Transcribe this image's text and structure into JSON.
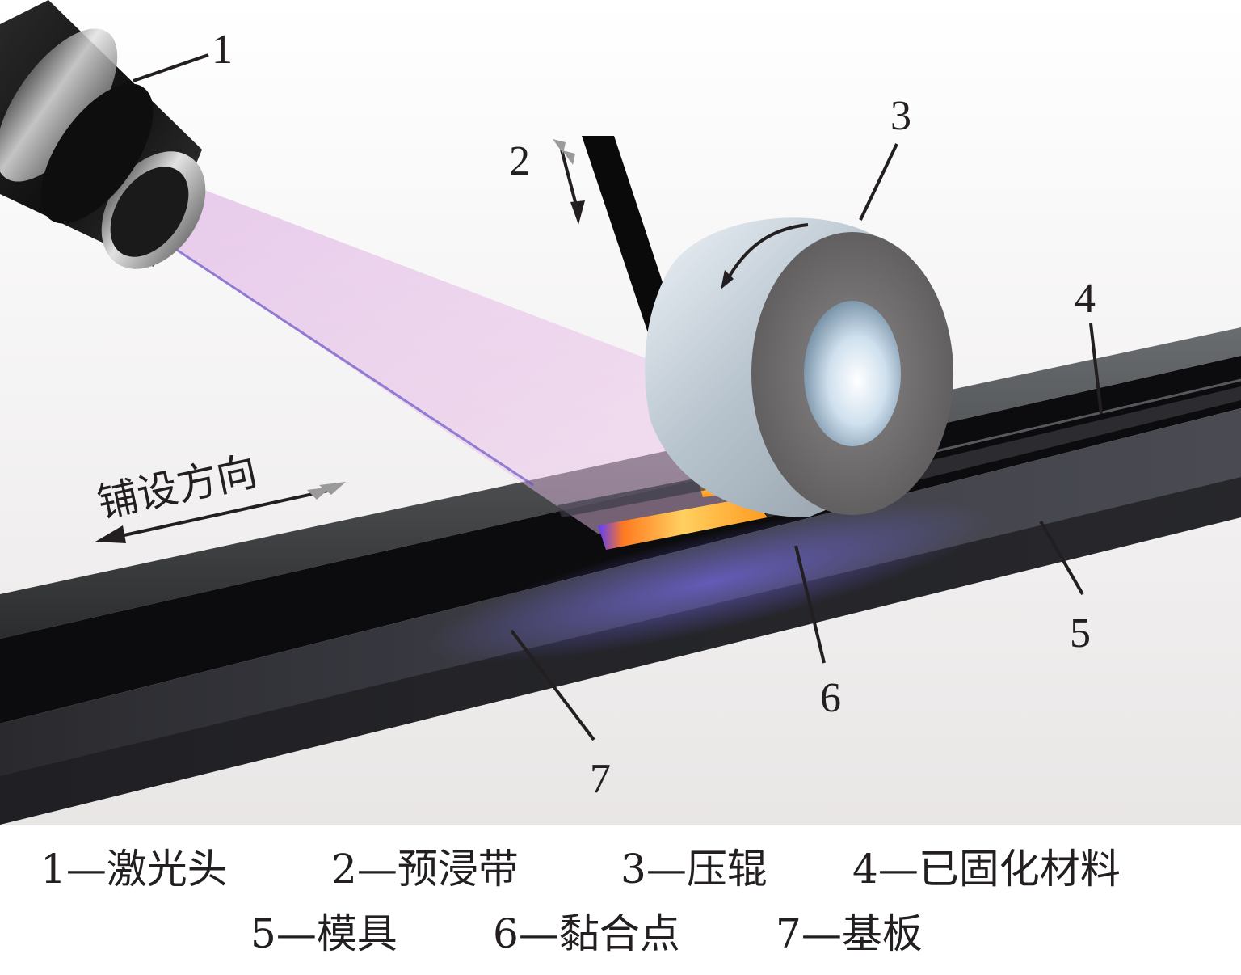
{
  "callouts": {
    "c1": "1",
    "c2": "2",
    "c3": "3",
    "c4": "4",
    "c5": "5",
    "c6": "6",
    "c7": "7"
  },
  "laying_direction": "铺设方向",
  "legend": {
    "row1": [
      {
        "num": "1",
        "text": "—激光头"
      },
      {
        "num": "2",
        "text": "—预浸带"
      },
      {
        "num": "3",
        "text": "—压辊"
      },
      {
        "num": "4",
        "text": "—已固化材料"
      }
    ],
    "row2": [
      {
        "num": "5",
        "text": "—模具"
      },
      {
        "num": "6",
        "text": "—黏合点"
      },
      {
        "num": "7",
        "text": "—基板"
      }
    ]
  },
  "colors": {
    "mold": "#1c1c1e",
    "laser_beam": "#e8b4e6",
    "hot_spot": "#ffb020",
    "roller": "#b8c2cc"
  }
}
